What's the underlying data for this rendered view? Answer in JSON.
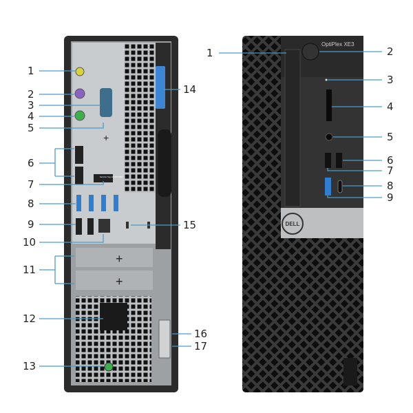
{
  "diagram": {
    "front": {
      "model_label": "OptiPlex XE3",
      "brand_logo": "DELL",
      "callouts": [
        "1",
        "2",
        "3",
        "4",
        "5",
        "6",
        "7",
        "8",
        "9"
      ]
    },
    "back": {
      "service_tag_label": "Service Tag 1234567890",
      "callouts": [
        "1",
        "2",
        "3",
        "4",
        "5",
        "6",
        "7",
        "8",
        "9",
        "10",
        "11",
        "12",
        "13",
        "14",
        "15",
        "16",
        "17"
      ]
    },
    "colors": {
      "callout_line": "#4a9cc8",
      "chassis": "#2b2b2b",
      "io_plate": "#c9ccce",
      "usb3": "#2f7fd0",
      "latch": "#3d86d6"
    }
  }
}
